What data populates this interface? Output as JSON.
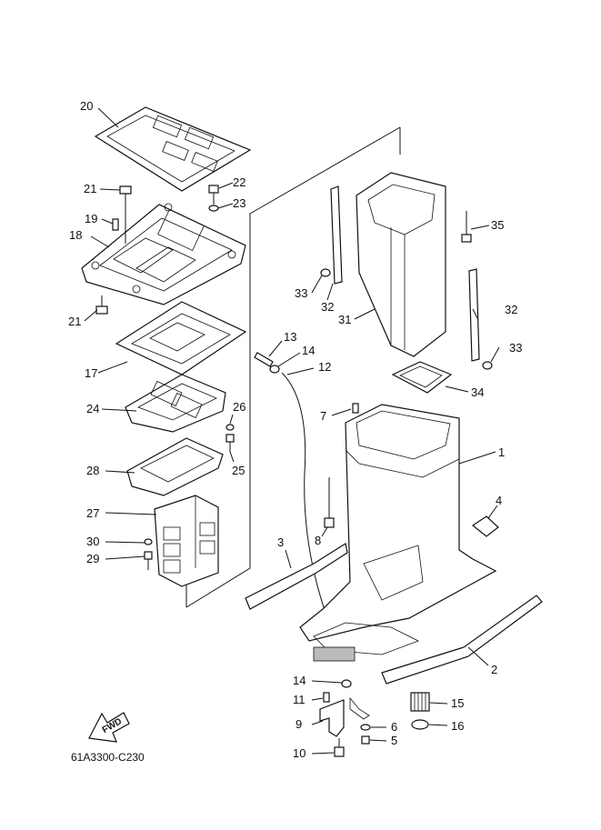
{
  "diagram_code": "61A3300-C230",
  "fwd_label": "FWD",
  "part_labels": {
    "p1": "1",
    "p2": "2",
    "p3": "3",
    "p4": "4",
    "p5": "5",
    "p6": "6",
    "p7": "7",
    "p8": "8",
    "p9": "9",
    "p10": "10",
    "p11": "11",
    "p12": "12",
    "p13": "13",
    "p14a": "14",
    "p14b": "14",
    "p15": "15",
    "p16": "16",
    "p17": "17",
    "p18": "18",
    "p19": "19",
    "p20": "20",
    "p21a": "21",
    "p21b": "21",
    "p22": "22",
    "p23": "23",
    "p24": "24",
    "p25": "25",
    "p26": "26",
    "p27": "27",
    "p28": "28",
    "p29": "29",
    "p30": "30",
    "p31": "31",
    "p32a": "32",
    "p32b": "32",
    "p33a": "33",
    "p33b": "33",
    "p34": "34",
    "p35": "35"
  }
}
